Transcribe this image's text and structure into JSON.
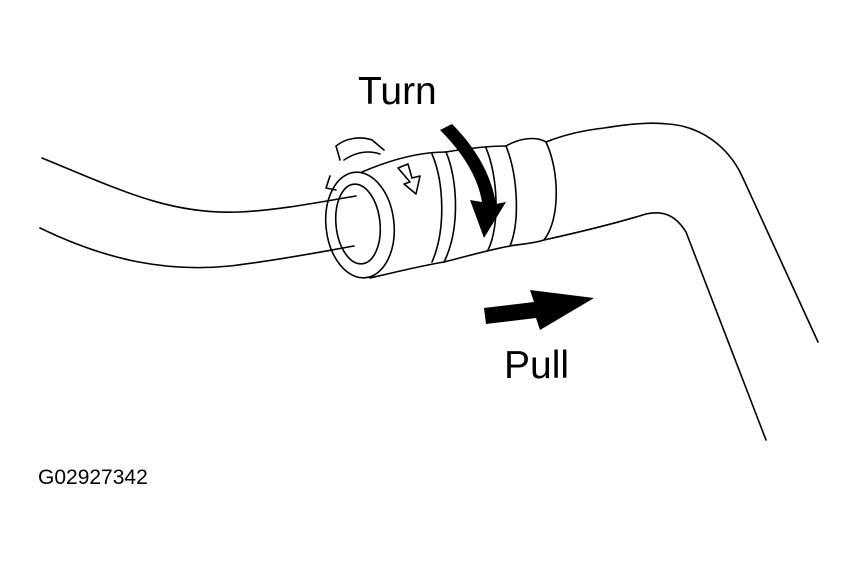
{
  "labels": {
    "turn": "Turn",
    "pull": "Pull",
    "figure_code": "G02927342"
  },
  "colors": {
    "line": "#000000",
    "background": "#ffffff"
  }
}
